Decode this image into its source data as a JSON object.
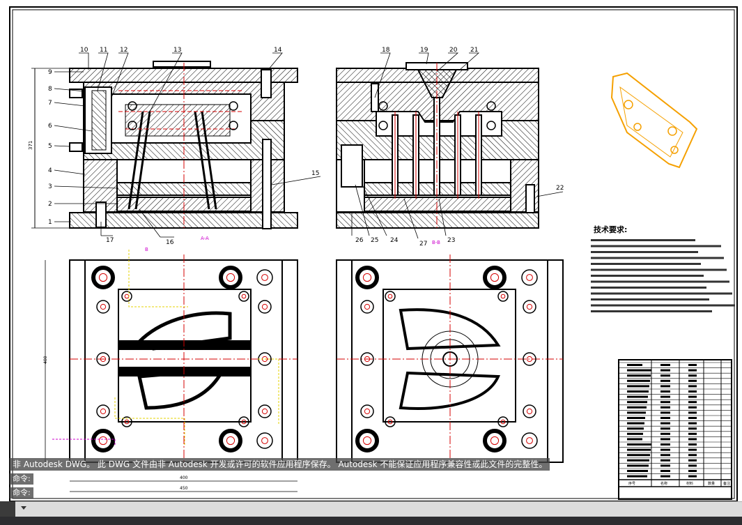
{
  "window": {
    "warning_message": "非 Autodesk DWG。 此 DWG 文件由非 Autodesk 开发或许可的软件应用程序保存。 Autodesk 不能保证应用程序兼容性或此文件的完整性。",
    "command_history_1": "命令:",
    "command_history_2": "命令:"
  },
  "drawing": {
    "part_numbers_top": [
      "10",
      "11",
      "12",
      "13",
      "14",
      "18",
      "19",
      "20",
      "21"
    ],
    "part_numbers_left": [
      "9",
      "8",
      "7",
      "6",
      "5",
      "4",
      "3",
      "2",
      "1"
    ],
    "part_numbers_bottom": [
      "17",
      "16",
      "26",
      "25",
      "24",
      "27",
      "23"
    ],
    "part_numbers_right": [
      "15",
      "22"
    ],
    "dimension_height": "371",
    "dimension_plan_height": "400",
    "dimension_width_inner": "400",
    "dimension_width_outer": "450",
    "section_label_left": "A-A",
    "section_label_right": "B-B",
    "section_marker": "B",
    "tech_requirements_title": "技术要求:",
    "tech_requirements_count": 13,
    "title_block_label_1": "序号",
    "title_block_label_2": "名称",
    "title_block_label_3": "材料",
    "title_block_label_4": "数量",
    "title_block_label_5": "备注"
  },
  "colors": {
    "line": "#000000",
    "center_line": "#d40000",
    "hidden_line": "#d40000",
    "dimension": "#000000",
    "yellow_marker": "#e6d300",
    "magenta_marker": "#cc00cc",
    "part_orange": "#f5a000"
  }
}
